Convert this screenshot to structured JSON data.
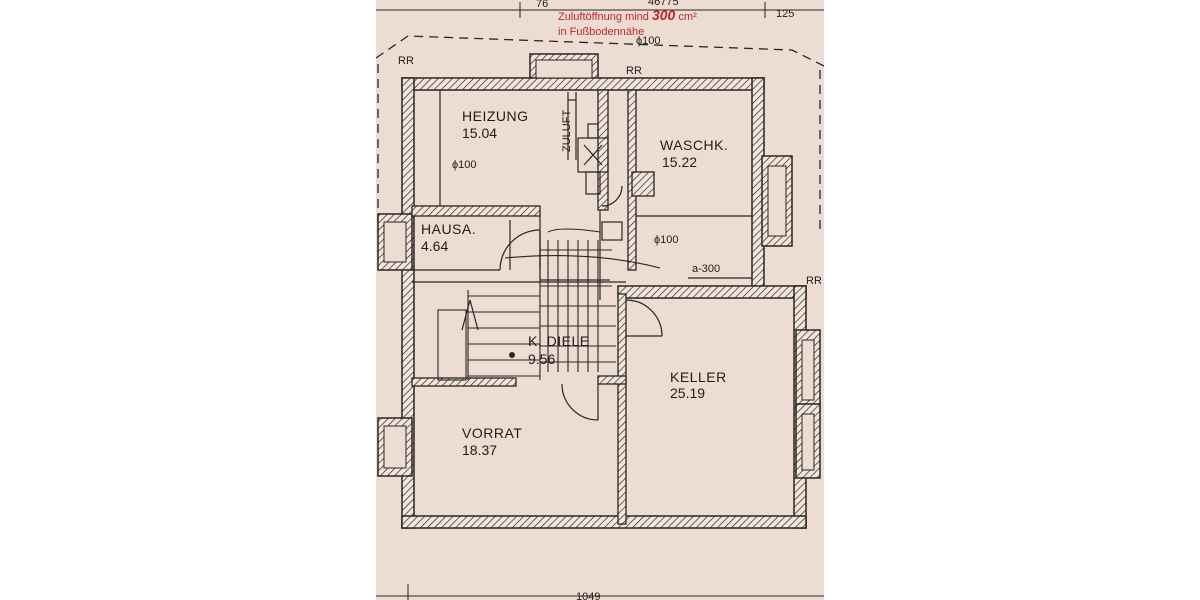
{
  "colors": {
    "paper": "#eddcd2",
    "line": "#2a2522",
    "note": "#c0262d",
    "page": "#ffffff"
  },
  "annotation": {
    "line1": "Zuluftöffnung mind",
    "value": "300",
    "unit": "cm²",
    "line2": "in Fußbodennähe"
  },
  "dimensions": {
    "top_left": "76",
    "top_center": "46775",
    "top_right": "125",
    "bottom": "1049"
  },
  "labels": {
    "rr_top_left": "RR",
    "rr_top_center": "RR",
    "rr_right": "RR",
    "pipe_top": "ϕ100",
    "pipe_heizung": "ϕ100",
    "pipe_waschk": "ϕ100",
    "zuluft": "ZULUFT",
    "a_300": "a-300"
  },
  "rooms": [
    {
      "name": "HEIZUNG",
      "area": "15.04"
    },
    {
      "name": "WASCHK.",
      "area": "15.22"
    },
    {
      "name": "HAUSA.",
      "area": "4.64"
    },
    {
      "name": "K. DIELE",
      "area": "9.56"
    },
    {
      "name": "KELLER",
      "area": "25.19"
    },
    {
      "name": "VORRAT",
      "area": "18.37"
    }
  ]
}
